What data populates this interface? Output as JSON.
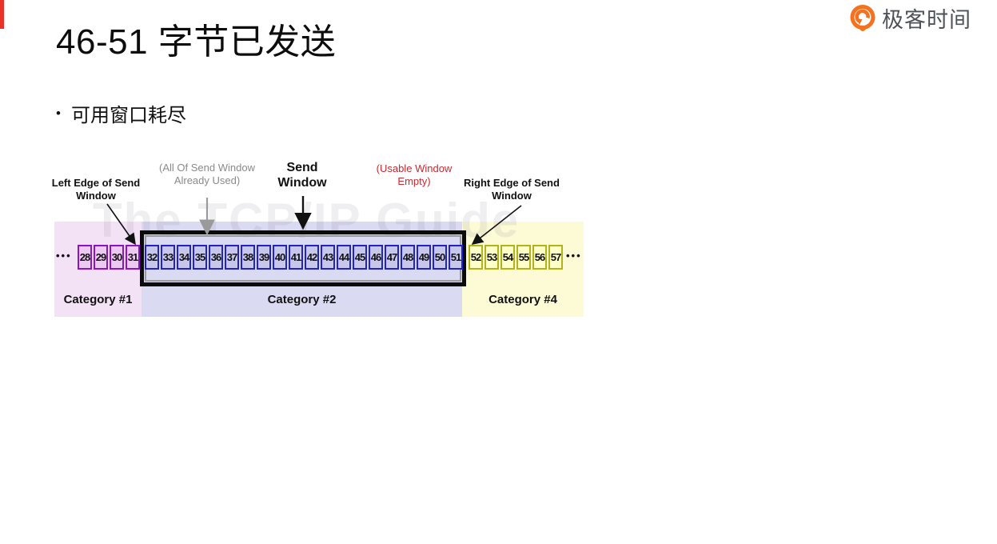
{
  "page": {
    "background": "#ffffff",
    "accent_bar_color": "#e93128"
  },
  "logo": {
    "text": "极客时间",
    "icon": "geektime-logo-icon",
    "icon_color": "#f4711f",
    "text_color": "#4e535a"
  },
  "header": {
    "title": "46-51 字节已发送",
    "bullet_marker": "•",
    "bullet": "可用窗口耗尽"
  },
  "diagram": {
    "watermark": "The TCP/IP Guide",
    "ellipsis": "•••",
    "labels": {
      "left_edge": "Left Edge of Send Window",
      "already_used": "(All Of Send Window Already Used)",
      "send_window": "Send Window",
      "usable_empty": "(Usable Window Empty)",
      "right_edge": "Right Edge of Send Window"
    },
    "label_colors": {
      "default": "#111111",
      "already_used": "#8a8a8a",
      "usable_empty": "#cc2832"
    },
    "window_frame": {
      "border_color": "#0b0b0b",
      "inner_line_color": "#9a9a9a"
    },
    "categories": [
      {
        "label": "Category #1",
        "band_color": "#f3e2f6",
        "box_border": "#8c13c9",
        "box_fill": "#ecc9f1",
        "bytes": [
          28,
          29,
          30,
          31
        ]
      },
      {
        "label": "Category #2",
        "band_color": "#dadaf3",
        "box_border": "#2222cb",
        "box_fill": "#c7c7ec",
        "bytes": [
          32,
          33,
          34,
          35,
          36,
          37,
          38,
          39,
          40,
          41,
          42,
          43,
          44,
          45,
          46,
          47,
          48,
          49,
          50,
          51
        ]
      },
      {
        "label": "Category #4",
        "band_color": "#fcfbd6",
        "box_border": "#b2b21d",
        "box_fill": "#ffffc8",
        "bytes": [
          52,
          53,
          54,
          55,
          56,
          57
        ]
      }
    ]
  }
}
